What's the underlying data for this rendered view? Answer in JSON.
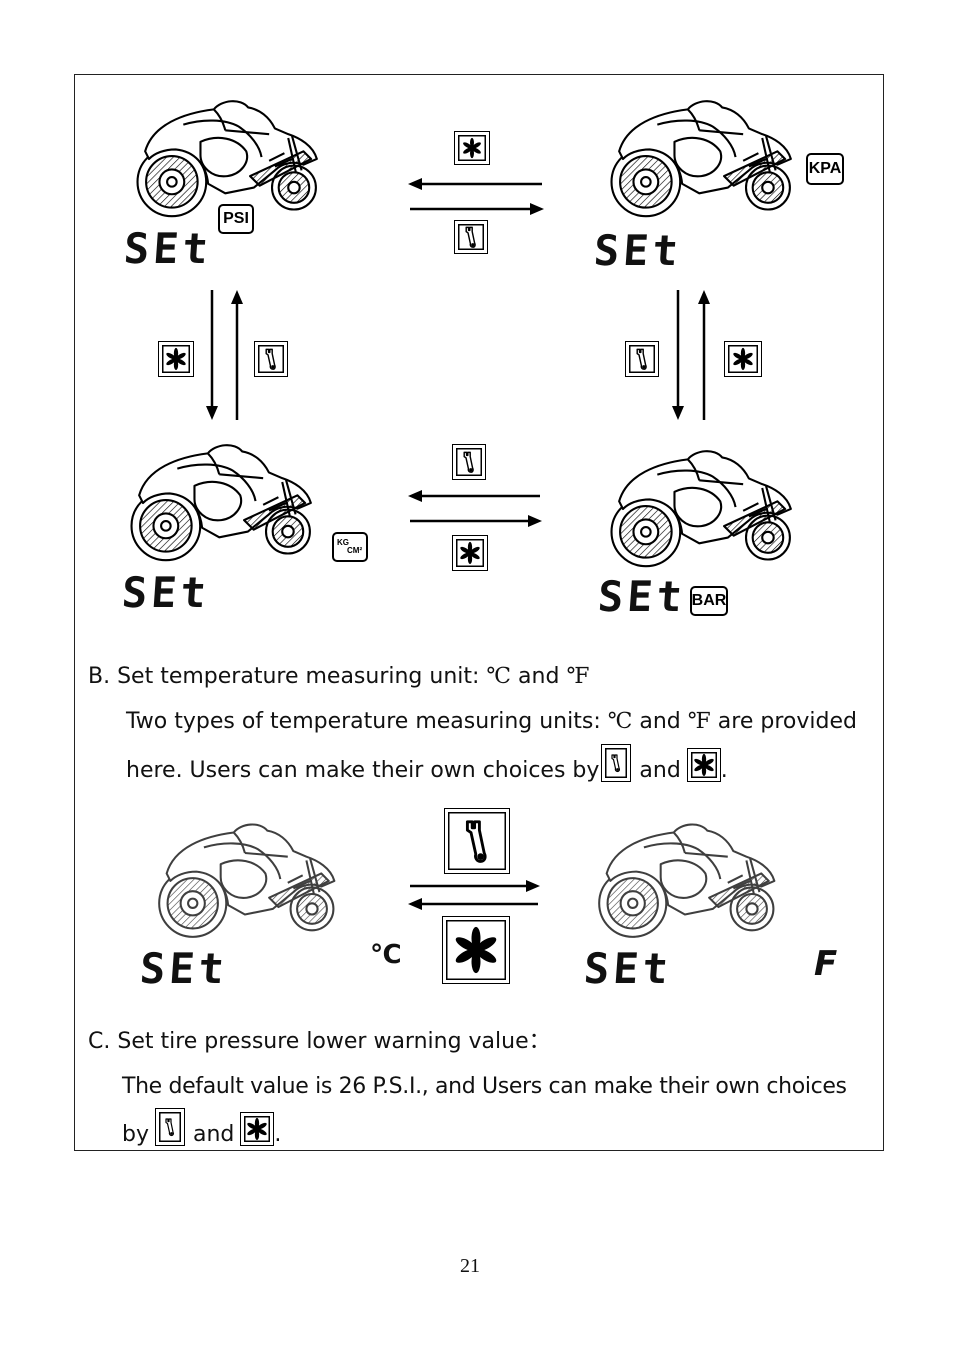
{
  "display": {
    "set_label": "SEt"
  },
  "units": {
    "psi": "PSI",
    "kpa": "KPA",
    "kgcm_top": "KG",
    "kgcm_bottom": "CM²",
    "bar": "BAR",
    "celsius_glyph": "℃",
    "fahrenheit_glyph": "F"
  },
  "buttons": {
    "fan_icon": "fan-button-icon",
    "wrench_icon": "wrench-button-icon"
  },
  "section_b": {
    "heading": "B.  Set temperature measuring unit: ",
    "heading_c": "℃",
    "heading_and": " and ",
    "heading_f": "℉",
    "line1_a": "Two types of temperature measuring units: ",
    "line1_c": "℃",
    "line1_and": " and ",
    "line1_f": "℉",
    "line1_b": " are provided",
    "line2_a": "here. Users can make their own choices by ",
    "line2_and": " and ",
    "line2_end": "."
  },
  "section_c": {
    "heading": "C.  Set tire pressure lower warning value：",
    "line1": "The default value is 26 P.S.I., and Users can make their own choices",
    "line2_a": "by ",
    "line2_and": " and ",
    "line2_end": "."
  },
  "page_number": "21",
  "colors": {
    "ink": "#000000",
    "frame": "#222222"
  }
}
